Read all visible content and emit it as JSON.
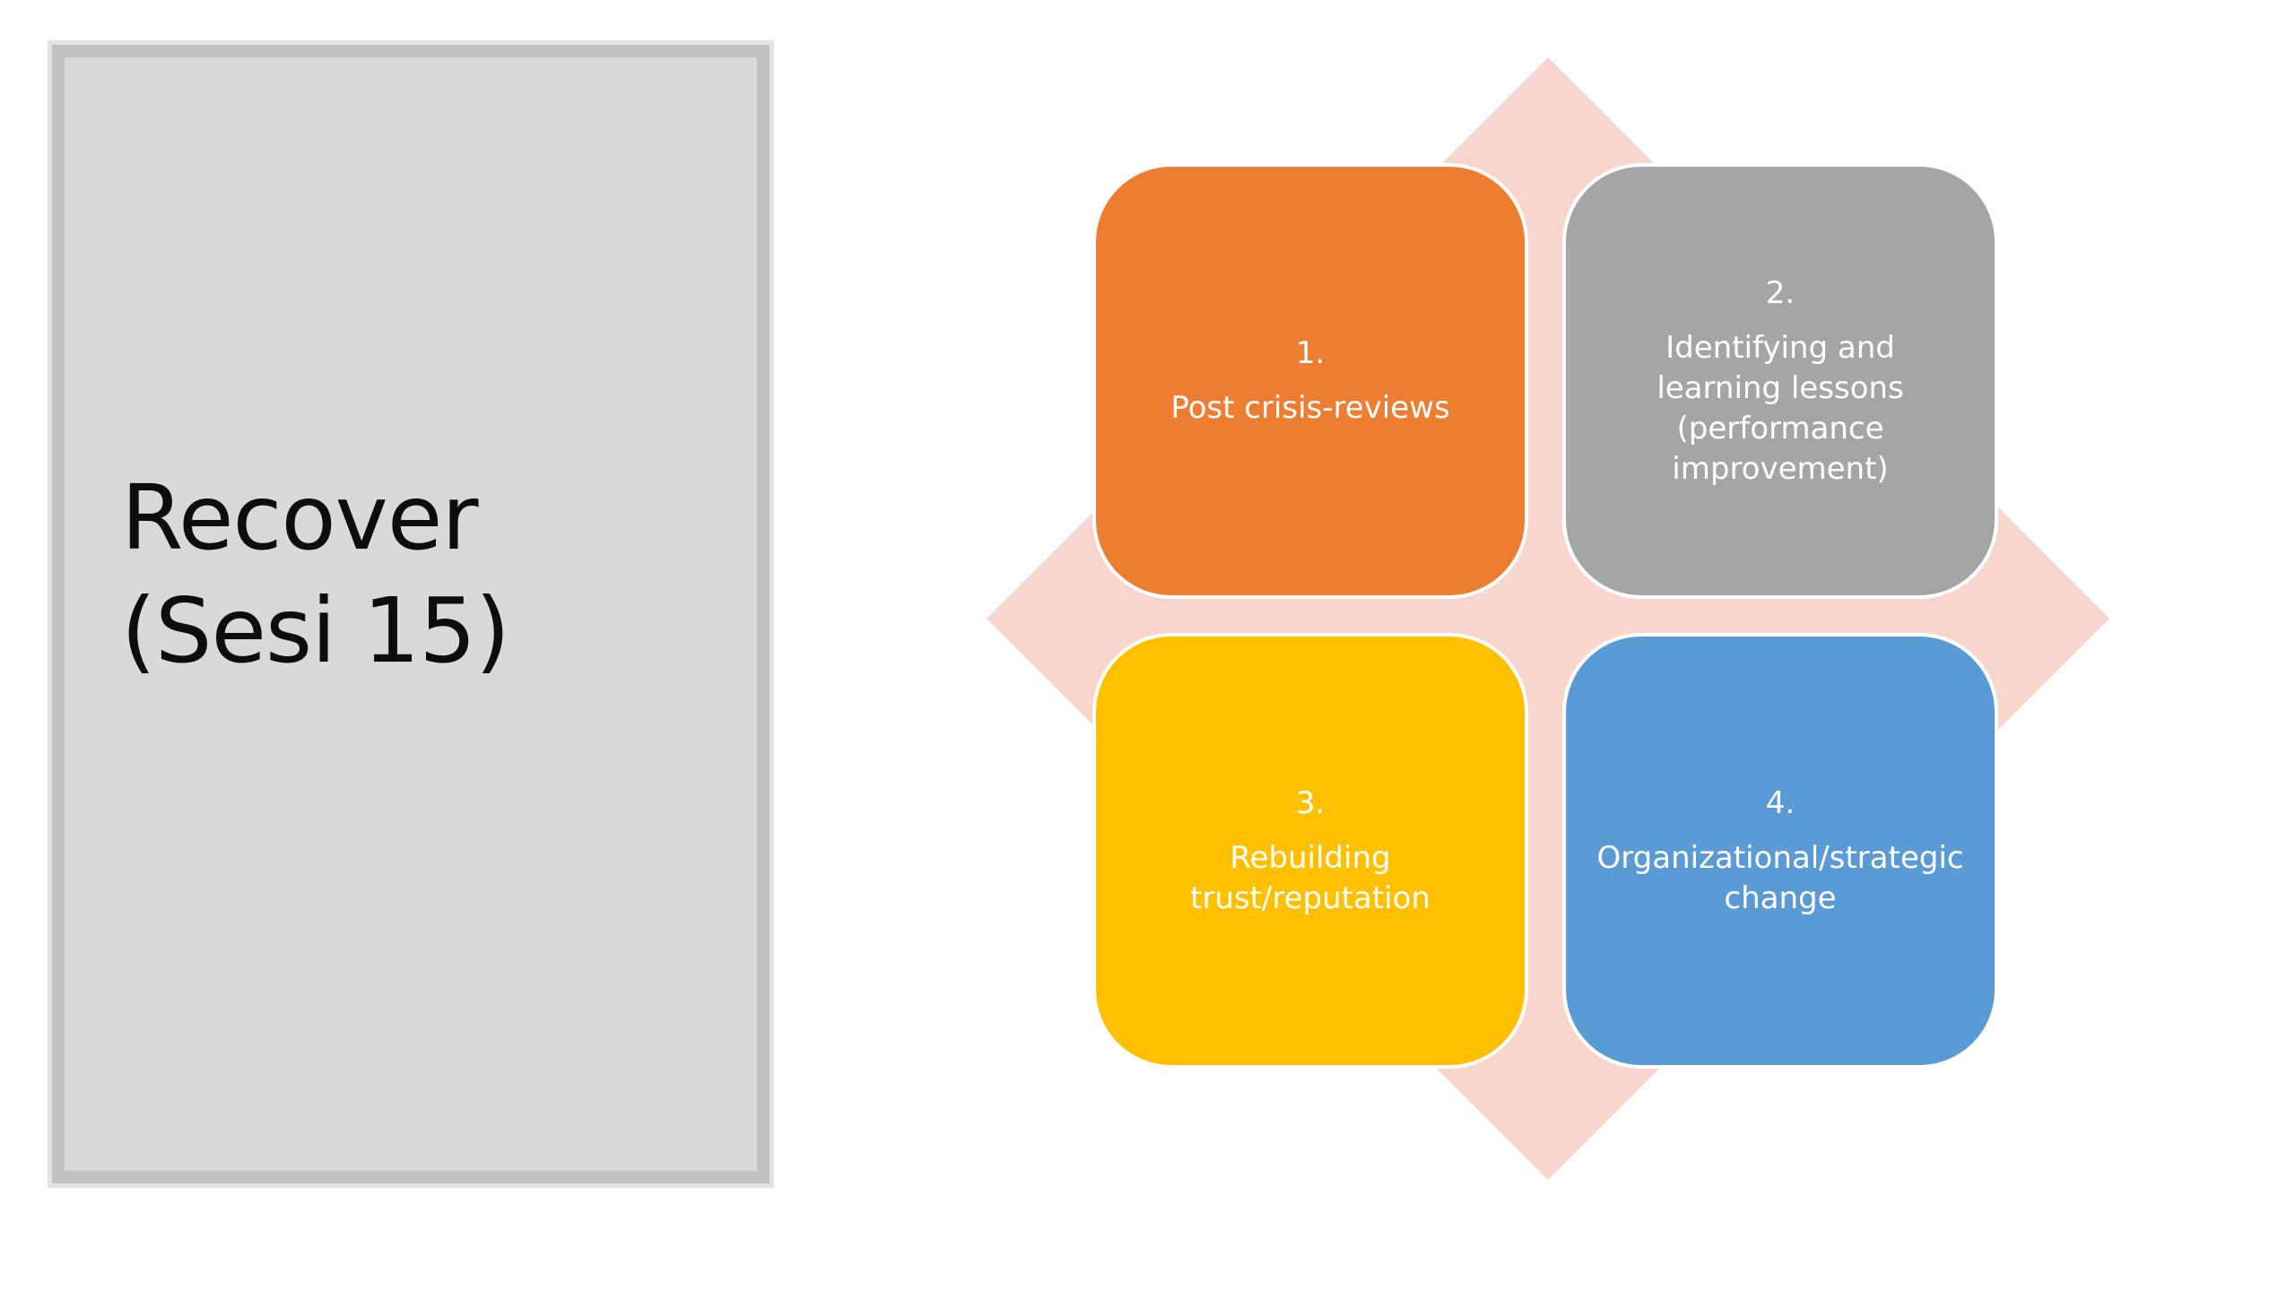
{
  "slide": {
    "title_lines": [
      "Recover",
      "(Sesi 15)"
    ]
  },
  "diagram": {
    "background_color": "#f8d5cd",
    "steps": [
      {
        "number": "1.",
        "label": "Post crisis-reviews",
        "color": "#ed7d31"
      },
      {
        "number": "2.",
        "label": "Identifying and learning lessons (performance improvement)",
        "color": "#a5a5a5"
      },
      {
        "number": "3.",
        "label": "Rebuilding trust/reputation",
        "color": "#ffc000"
      },
      {
        "number": "4.",
        "label": "Organizational/strategic change",
        "color": "#5b9bd5"
      }
    ]
  }
}
